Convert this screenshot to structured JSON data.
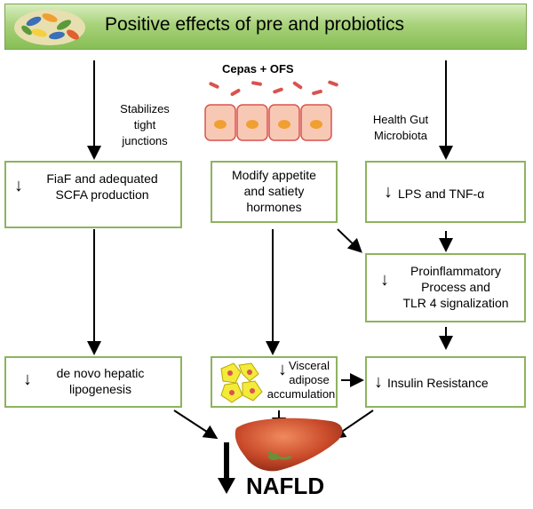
{
  "header": {
    "title": "Positive effects of pre and probiotics"
  },
  "notes": {
    "left": [
      "Stabilizes",
      "tight",
      "junctions"
    ],
    "center": "Cepas + OFS",
    "right": [
      "Health Gut",
      "Microbiota"
    ]
  },
  "boxes": {
    "fiaf": [
      "FiaF and adequated",
      "SCFA production"
    ],
    "appetite": [
      "Modify appetite",
      "and satiety",
      "hormones"
    ],
    "lps": "LPS and TNF-α",
    "proinflammatory": [
      "Proinflammatory",
      "Process and",
      "TLR 4 signalization"
    ],
    "lipogenesis": [
      "de novo hepatic",
      "lipogenesis"
    ],
    "visceral": [
      "Visceral",
      "adipose",
      "accumulation"
    ],
    "insulin": "Insulin  Resistance"
  },
  "outcome": "NAFLD",
  "colors": {
    "box_border": "#8db35e",
    "banner": "#9ccb68",
    "liver": "#c94a2a"
  }
}
